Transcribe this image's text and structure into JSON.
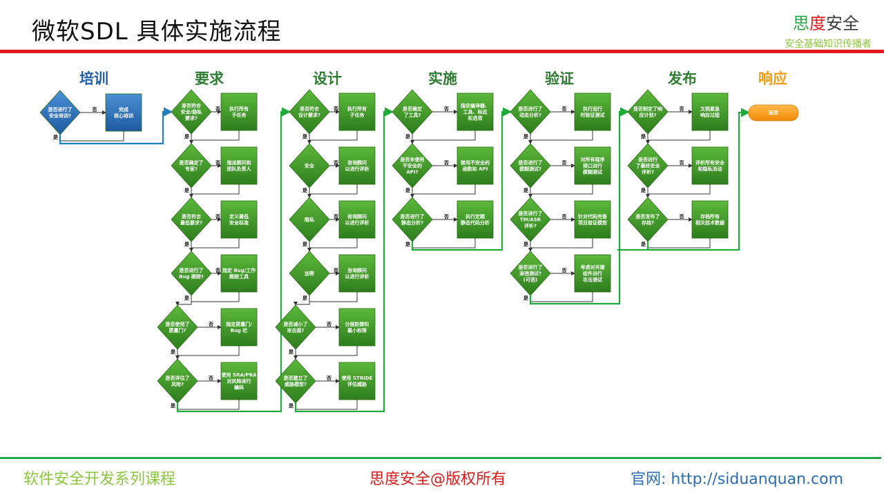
{
  "title": "微软SDL 具体实施流程",
  "brand": {
    "part1": "思",
    "part2": "度",
    "part3": "安全",
    "tagline": "安全基础知识传播者"
  },
  "footer": {
    "left": "软件安全开发系列课程",
    "middle": "思度安全@版权所有",
    "right": "官网: http://siduanquan.com"
  },
  "colors": {
    "blue": "#2f78c0",
    "green": "#3e9a28",
    "orange": "#f39c12",
    "connector_green": "#1faa3c",
    "connector_blue": "#1f7fc0"
  },
  "labels": {
    "yes": "是",
    "no": "否"
  },
  "phases": [
    {
      "name": "培训",
      "color": "#1f5fa8",
      "nodes": [
        {
          "kind": "diamond",
          "text": [
            "是否进行了",
            "安全培训?"
          ]
        },
        {
          "kind": "box",
          "text": [
            "完成",
            "核心培训"
          ]
        }
      ]
    },
    {
      "name": "要求",
      "color": "#2e7d32",
      "nodes": [
        {
          "kind": "diamond",
          "text": [
            "是否符合",
            "安全/隐私",
            "要求?"
          ]
        },
        {
          "kind": "box",
          "text": [
            "执行所有",
            "子任务"
          ]
        },
        {
          "kind": "diamond",
          "text": [
            "是否确定了",
            "专家?"
          ]
        },
        {
          "kind": "box",
          "text": [
            "指派顾问和",
            "团队负责人"
          ]
        },
        {
          "kind": "diamond",
          "text": [
            "是否符合",
            "最低要求?"
          ]
        },
        {
          "kind": "box",
          "text": [
            "定义最低",
            "安全标准"
          ]
        },
        {
          "kind": "diamond",
          "text": [
            "是否进行了",
            "Bug 跟踪?"
          ]
        },
        {
          "kind": "box",
          "text": [
            "指定 Bug/工作",
            "跟踪工具"
          ]
        },
        {
          "kind": "diamond",
          "text": [
            "是否使用了",
            "质量门?"
          ]
        },
        {
          "kind": "box",
          "text": [
            "指定质量门/",
            "Bug 栏"
          ]
        },
        {
          "kind": "diamond",
          "text": [
            "是否评估了",
            "风险?"
          ]
        },
        {
          "kind": "box",
          "text": [
            "使用 SRA/PRA",
            "对风险进行",
            "编码"
          ]
        }
      ]
    },
    {
      "name": "设计",
      "color": "#2e7d32",
      "nodes": [
        {
          "kind": "diamond",
          "text": [
            "是否符合",
            "设计要求?"
          ]
        },
        {
          "kind": "box",
          "text": [
            "执行所有",
            "子任务"
          ]
        },
        {
          "kind": "diamond",
          "text": [
            "安全"
          ]
        },
        {
          "kind": "box",
          "text": [
            "咨询顾问",
            "以进行评析"
          ]
        },
        {
          "kind": "diamond",
          "text": [
            "隐私"
          ]
        },
        {
          "kind": "box",
          "text": [
            "咨询顾问",
            "以进行评析"
          ]
        },
        {
          "kind": "diamond",
          "text": [
            "加密"
          ]
        },
        {
          "kind": "box",
          "text": [
            "咨询顾问",
            "以进行评析"
          ]
        },
        {
          "kind": "diamond",
          "text": [
            "是否减小了",
            "攻击面?"
          ]
        },
        {
          "kind": "box",
          "text": [
            "分层防御和",
            "最小权限"
          ]
        },
        {
          "kind": "diamond",
          "text": [
            "是否建立了",
            "威胁模型?"
          ]
        },
        {
          "kind": "box",
          "text": [
            "使用 STRIDE",
            "评估威胁"
          ]
        }
      ]
    },
    {
      "name": "实施",
      "color": "#2e7d32",
      "nodes": [
        {
          "kind": "diamond",
          "text": [
            "是否确定",
            "了工具?"
          ]
        },
        {
          "kind": "box",
          "text": [
            "指定编译器、",
            "工具、标志",
            "和选项"
          ]
        },
        {
          "kind": "diamond",
          "text": [
            "是否未使用",
            "不安全的",
            "API?"
          ]
        },
        {
          "kind": "box",
          "text": [
            "禁用不安全的",
            "函数和 API"
          ]
        },
        {
          "kind": "diamond",
          "text": [
            "是否进行了",
            "静态分析?"
          ]
        },
        {
          "kind": "box",
          "text": [
            "执行定期",
            "静态代码分析"
          ]
        }
      ]
    },
    {
      "name": "验证",
      "color": "#2e7d32",
      "nodes": [
        {
          "kind": "diamond",
          "text": [
            "是否进行了",
            "动态分析?"
          ]
        },
        {
          "kind": "box",
          "text": [
            "执行运行",
            "时验证测试"
          ]
        },
        {
          "kind": "diamond",
          "text": [
            "是否进行了",
            "模糊测试?"
          ]
        },
        {
          "kind": "box",
          "text": [
            "对所有程序",
            "接口进行",
            "模糊测试"
          ]
        },
        {
          "kind": "diamond",
          "text": [
            "是否进行了",
            "TM/ASR",
            "评析?"
          ]
        },
        {
          "kind": "box",
          "text": [
            "针对代码完备",
            "项目验证模型"
          ]
        },
        {
          "kind": "diamond",
          "text": [
            "是否进行了",
            "渗透测试?",
            "(可选)"
          ]
        },
        {
          "kind": "box",
          "text": [
            "考虑对关键",
            "组件进行",
            "攻击测试"
          ]
        }
      ]
    },
    {
      "name": "发布",
      "color": "#2e7d32",
      "nodes": [
        {
          "kind": "diamond",
          "text": [
            "是否制定了响",
            "应计划?"
          ]
        },
        {
          "kind": "box",
          "text": [
            "文档紧急",
            "响应过程"
          ]
        },
        {
          "kind": "diamond",
          "text": [
            "是否进行",
            "了最终安全",
            "评析?"
          ]
        },
        {
          "kind": "box",
          "text": [
            "评析所有安全",
            "和隐私活动"
          ]
        },
        {
          "kind": "diamond",
          "text": [
            "是否发布了",
            "存档?"
          ]
        },
        {
          "kind": "box",
          "text": [
            "存档所有",
            "相关技术数据"
          ]
        }
      ]
    },
    {
      "name": "响应",
      "color": "#f39c12",
      "nodes": [
        {
          "kind": "terminal",
          "text": [
            "结束"
          ]
        }
      ]
    }
  ]
}
